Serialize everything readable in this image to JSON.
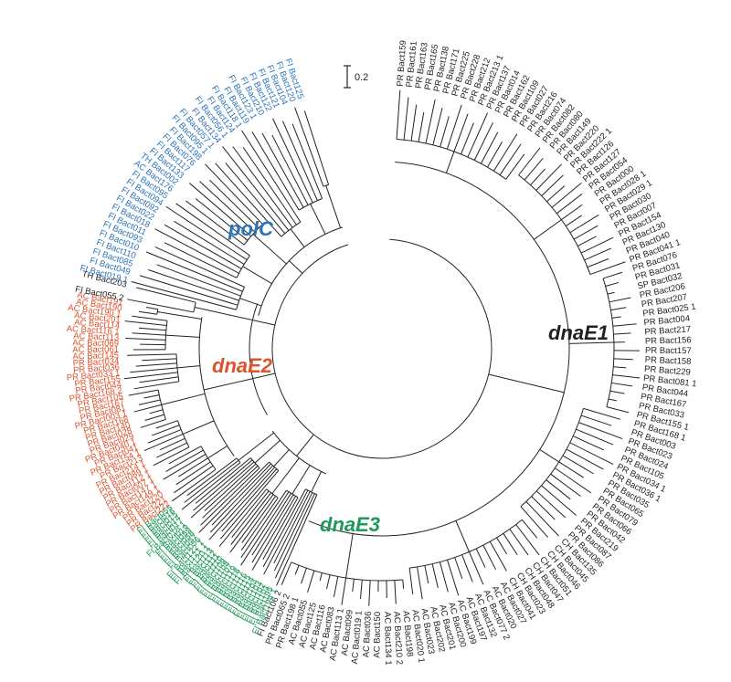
{
  "figure": {
    "scale_bar_label": "0.2",
    "colors": {
      "polC": "#2a73b9",
      "dnaE2": "#e0522b",
      "dnaE3": "#1f9a5a",
      "dnaE1": "#222222"
    }
  },
  "clades": [
    {
      "id": "polC",
      "label": "polC",
      "color": "#2a73b9"
    },
    {
      "id": "dnaE2",
      "label": "dnaE2",
      "color": "#e0522b"
    },
    {
      "id": "dnaE3",
      "label": "dnaE3",
      "color": "#1f9a5a"
    },
    {
      "id": "dnaE1",
      "label": "dnaE1",
      "color": "#222222"
    }
  ],
  "tips": {
    "dnaE1": [
      "PR Bact159",
      "PR Bact161",
      "PR Bact163",
      "PR Bact165",
      "PR Bact138",
      "PR Bact171",
      "PR Bact225",
      "PR Bact228",
      "PR Bact212",
      "PR Bact213 1",
      "PR Bact137",
      "PR Bact014",
      "PR Bact162",
      "PR Bact109",
      "PR Bact027",
      "PR Bact216",
      "PR Bact074",
      "PR Bact082",
      "PR Bact080",
      "PR Bact149",
      "PR Bact220",
      "PR Bact222 1",
      "PR Bact126",
      "PR Bact127",
      "PR Bact054",
      "PR Bact000",
      "PR Bact028 1",
      "PR Bact029 1",
      "PR Bact030",
      "PR Bact007",
      "PR Bact154",
      "PR Bact130",
      "PR Bact040",
      "PR Bact041 1",
      "PR Bact076",
      "PR Bact031",
      "SP Bact032",
      "PR Bact206",
      "PR Bact207",
      "PR Bact025 1",
      "PR Bact004",
      "PR Bact217",
      "PR Bact156",
      "PR Bact157",
      "PR Bact158",
      "PR Bact229",
      "PR Bact081 1",
      "PR Bact044",
      "PR Bact167",
      "PR Bact033",
      "PR Bact155 1",
      "PR Bact168 1",
      "PR Bact003",
      "PR Bact023",
      "PR Bact024",
      "PR Bact105",
      "PR Bact034 1",
      "PR Bact036 1",
      "PR Bact035",
      "PR Bact065",
      "PR Bact079",
      "PR Bact066",
      "PR Bact042",
      "PR Bact219",
      "PR Bact087",
      "PR Bact086",
      "CH Bact135",
      "CH Bact045",
      "CH Bact046",
      "CH Bact051",
      "CH Bact047",
      "CH Bact048",
      "CH Bact023",
      "CH Bact041",
      "AC Bact027",
      "AC Bact020",
      "AC Bact077 2",
      "AC Bact132",
      "AC Bact197",
      "AC Bact199",
      "AC Bact200",
      "AC Bact201",
      "AC Bact202",
      "AC Bact023",
      "AC Bact020 1",
      "AC Bact198",
      "AC Bact210 2",
      "AC Bact134 1",
      "AC Bact150",
      "AC Bact036",
      "AC Bact019 1",
      "AC Bact099",
      "AC Bact113 1",
      "AC Bact083",
      "AC Bact116",
      "AC Bact125",
      "AC Bact055",
      "PR Bact198 1",
      "PR Bact065 2",
      "FI Bact106 2"
    ],
    "dnaE2": [
      "PR Bact222",
      "PR Bact221",
      "PR Bact220",
      "PR Bact149 1",
      "PR Bact147 1",
      "PR Bact007 1",
      "PR Bact112 1",
      "PR Bact089 1",
      "PR Bact214 1",
      "PR Bact213",
      "PR Bact154 1",
      "PR Bact041",
      "PR Bact040 1",
      "PR Bact029",
      "PR Bact028",
      "PR Bact140",
      "PR Bact168",
      "PR Bact003 1",
      "PR Bact081",
      "PR Bact167",
      "PR Bact105",
      "PR Bact168 2",
      "PR Bact044",
      "PR Bact155",
      "PR Bact033 1",
      "PR Bact036",
      "PR Bact034",
      "AC Bact145",
      "AC Bact061",
      "AC Bact069",
      "AC Bact113",
      "AC Bact116 1",
      "AC Bact114",
      "AC Bact201",
      "AC Bact190 1",
      "AC Bact190",
      "AC Bact191"
    ],
    "polC": [
      "FI Bact019 1",
      "FI Bact049",
      "FI Bact085",
      "FI Bact110",
      "FI Bact010",
      "FI Bact093",
      "FI Bact011",
      "FI Bact018",
      "FI Bact022",
      "FI Bact092",
      "FI Bact094",
      "FI Bact095",
      "AC Bact176",
      "TH Bact002",
      "FI Bact133",
      "FI Bact117",
      "FI Bact076",
      "FI Bact198",
      "FI Bact095 1",
      "FI Bact057 1",
      "FI Bact134",
      "FI Bact056 1",
      "FI Bact124",
      "FI Bact118 1",
      "FI Bact119",
      "FI Bact123 1",
      "FI Bact210",
      "FI Bact122",
      "FI Bact121",
      "FI Bact104",
      "FI Bact120",
      "FI Bact125"
    ],
    "other": [
      "FI Bact055 2",
      "TH Bact203"
    ],
    "dnaE3": [
      "FI Bact194 1",
      "FI Bact195",
      "FI Bact101",
      "FI Bact102",
      "FI Bact103",
      "FI Bact104",
      "FI Bact114",
      "FI Bact115",
      "FI Bact116",
      "FI Bact117",
      "FI Bact118",
      "FI Bact119",
      "FI Bact107",
      "FI Bact108",
      "FI Bact109",
      "FI Bact110",
      "FI Bact111",
      "FI Bact112",
      "FI Bact113",
      "FI Bact120 1",
      "FI Bact121 1",
      "FI Bact122 1",
      "FI Bact056",
      "FI Bact057",
      "FI Bact058",
      "FI Bact059",
      "FI Bact019",
      "FI Bact018 1",
      "FI Bact017",
      "FI Bact014",
      "FI Bact015",
      "FI Bact016",
      "FI Bact055"
    ]
  }
}
